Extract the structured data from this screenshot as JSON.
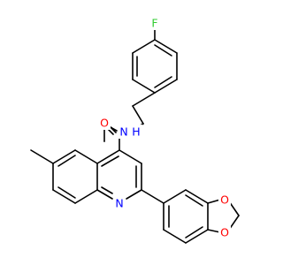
{
  "molecule": {
    "atoms": {
      "fluorine": "F",
      "oxygen_carbonyl": "O",
      "nitrogen_amide": "N",
      "hydrogen_amide": "H",
      "nitrogen_ring": "N",
      "oxygen_dioxole_top": "O",
      "oxygen_dioxole_bottom": "O"
    },
    "colors": {
      "bond": "#000000",
      "fluorine": "#33cc33",
      "oxygen": "#ff0000",
      "nitrogen": "#0000ff"
    }
  }
}
